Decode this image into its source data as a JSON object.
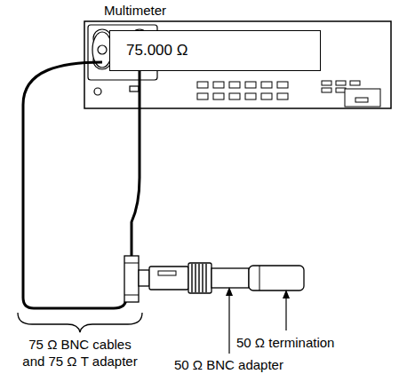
{
  "diagram": {
    "nodes": [
      {
        "text": [
          "Multimeter"
        ]
      },
      {
        "text": [
          "75.000 Ω"
        ],
        "in": 0
      }
    ],
    "labels": [
      "50 Ω termination",
      "50 Ω BNC adapter",
      "75 Ω BNC cables and 75 Ω T adapter"
    ]
  }
}
